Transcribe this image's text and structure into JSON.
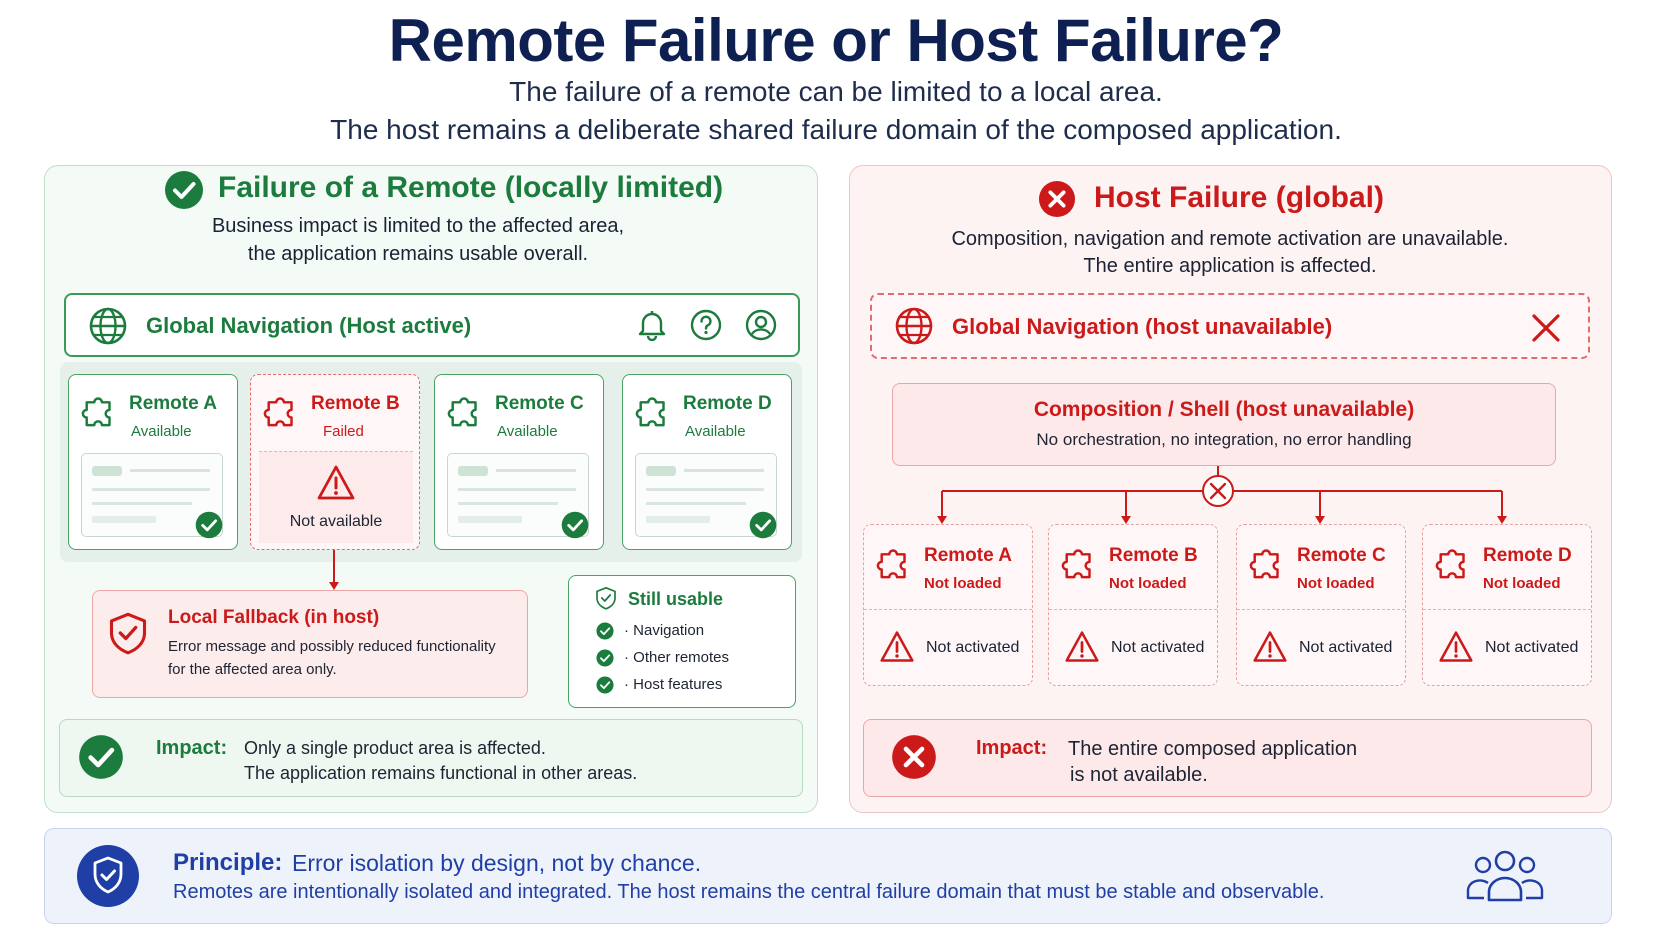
{
  "header": {
    "title": "Remote Failure or Host Failure?",
    "subtitle_line1": "The failure of a remote can be limited to a local area.",
    "subtitle_line2": "The host remains a deliberate shared failure domain of the composed application."
  },
  "left": {
    "title": "Failure of a Remote (locally limited)",
    "desc_line1": "Business impact is limited to the affected area,",
    "desc_line2": "the application remains usable overall.",
    "nav_label": "Global Navigation (Host active)",
    "nav_icons": [
      "bell-icon",
      "help-icon",
      "user-icon"
    ],
    "remotes": [
      {
        "name": "Remote A",
        "status": "Available"
      },
      {
        "name": "Remote B",
        "status": "Failed",
        "note": "Not available"
      },
      {
        "name": "Remote C",
        "status": "Available"
      },
      {
        "name": "Remote D",
        "status": "Available"
      }
    ],
    "fallback": {
      "title": "Local Fallback (in host)",
      "line1": "Error message and possibly reduced functionality",
      "line2": "for the affected area only."
    },
    "still_usable": {
      "title": "Still usable",
      "items": [
        "· Navigation",
        "· Other remotes",
        "· Host features"
      ]
    },
    "impact": {
      "label": "Impact:",
      "line1": "Only a single product area is affected.",
      "line2": "The application remains functional in other areas."
    }
  },
  "right": {
    "title": "Host Failure (global)",
    "desc_line1": "Composition, navigation and remote activation are unavailable.",
    "desc_line2": "The entire application is affected.",
    "nav_label": "Global Navigation (host unavailable)",
    "composition": {
      "title": "Composition / Shell (host unavailable)",
      "desc": "No orchestration, no integration, no error handling"
    },
    "remotes": [
      {
        "name": "Remote A",
        "status": "Not loaded",
        "note": "Not activated"
      },
      {
        "name": "Remote B",
        "status": "Not loaded",
        "note": "Not activated"
      },
      {
        "name": "Remote C",
        "status": "Not loaded",
        "note": "Not activated"
      },
      {
        "name": "Remote D",
        "status": "Not loaded",
        "note": "Not activated"
      }
    ],
    "impact": {
      "label": "Impact:",
      "line1": "The entire composed application",
      "line2": "is not available."
    }
  },
  "principle": {
    "label": "Principle:",
    "headline": "Error isolation by design, not by chance.",
    "text": "Remotes are intentionally isolated and integrated. The host remains the central failure domain that must be stable and observable."
  },
  "colors": {
    "title": "#0e1f52",
    "green": "#1c7c3e",
    "red": "#cc1a1a",
    "blue": "#1f3fa6"
  }
}
